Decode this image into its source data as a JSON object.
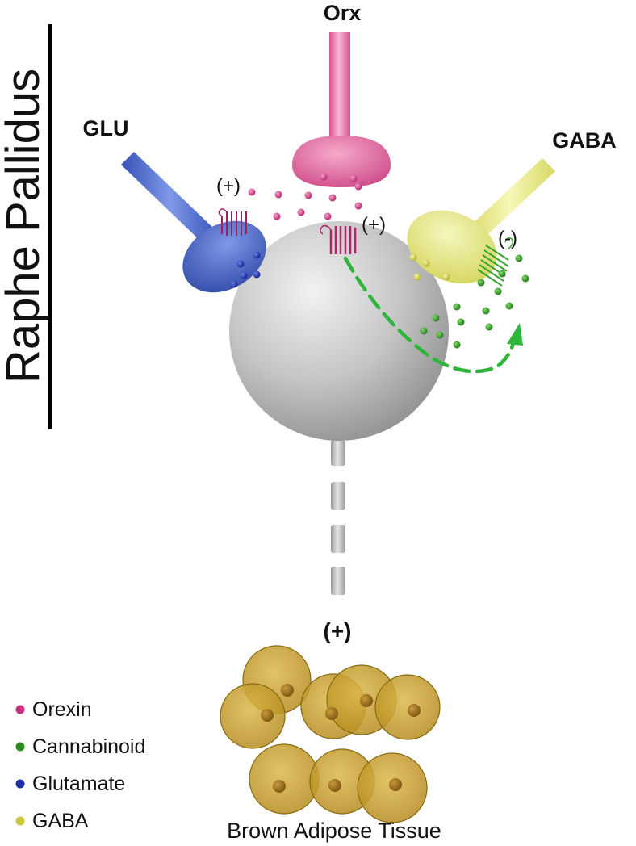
{
  "side_title": "Raphe Pallidus",
  "neurons": {
    "glu": "GLU",
    "orx": "Orx",
    "gaba": "GABA"
  },
  "effects": {
    "glu_synapse": "(+)",
    "orx_synapse": "(+)",
    "gaba_synapse": "(-)",
    "output": "(+)"
  },
  "target_label": "Brown Adipose Tissue",
  "legend": [
    {
      "label": "Orexin",
      "color": "#c8317f"
    },
    {
      "label": "Cannabinoid",
      "color": "#2e8b1e"
    },
    {
      "label": "Glutamate",
      "color": "#1c2fa8"
    },
    {
      "label": "GABA",
      "color": "#c9c83a"
    }
  ],
  "colors": {
    "glu_terminal": "#4a68c9",
    "orx_terminal": "#df6aa3",
    "gaba_terminal": "#e3e483",
    "cell_body": "#bdbdbd",
    "bat_cell": "#c9a431",
    "retrograde_arrow": "#2fb53a"
  }
}
